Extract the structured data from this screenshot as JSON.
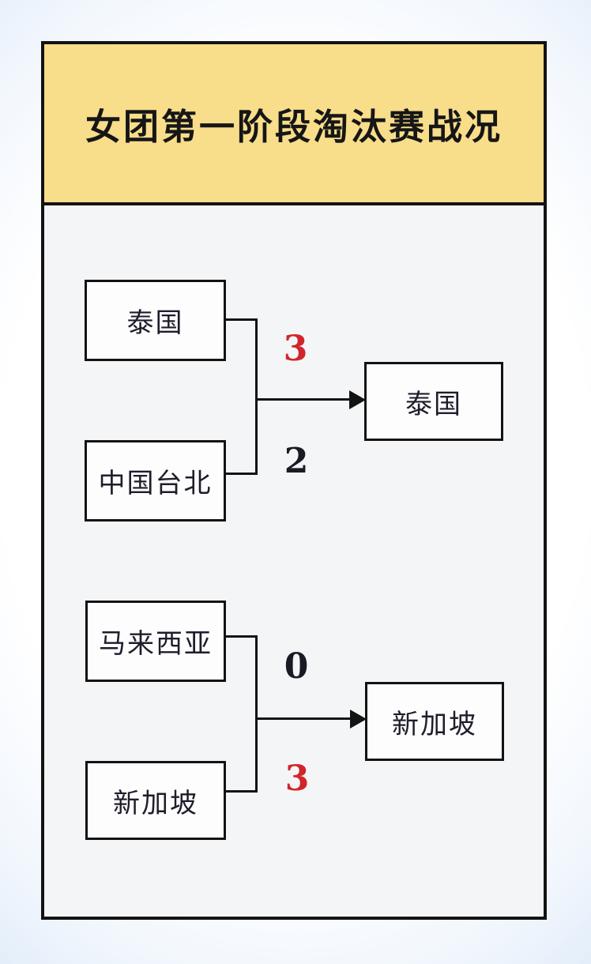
{
  "page": {
    "title": "女团第一阶段淘汰赛战况"
  },
  "colors": {
    "header_bg": "#f8dd8b",
    "card_border": "#131313",
    "board_bg": "#f4f5f7",
    "team_text": "#1d1d2b",
    "winner_score": "#d0262b",
    "loser_score": "#1a1a24",
    "outer_edge": "#dce9f8"
  },
  "matches": [
    {
      "team_top": "泰国",
      "score_top": "3",
      "team_bottom": "中国台北",
      "score_bottom": "2",
      "winner": "泰国"
    },
    {
      "team_top": "马来西亚",
      "score_top": "0",
      "team_bottom": "新加坡",
      "score_bottom": "3",
      "winner": "新加坡"
    }
  ]
}
